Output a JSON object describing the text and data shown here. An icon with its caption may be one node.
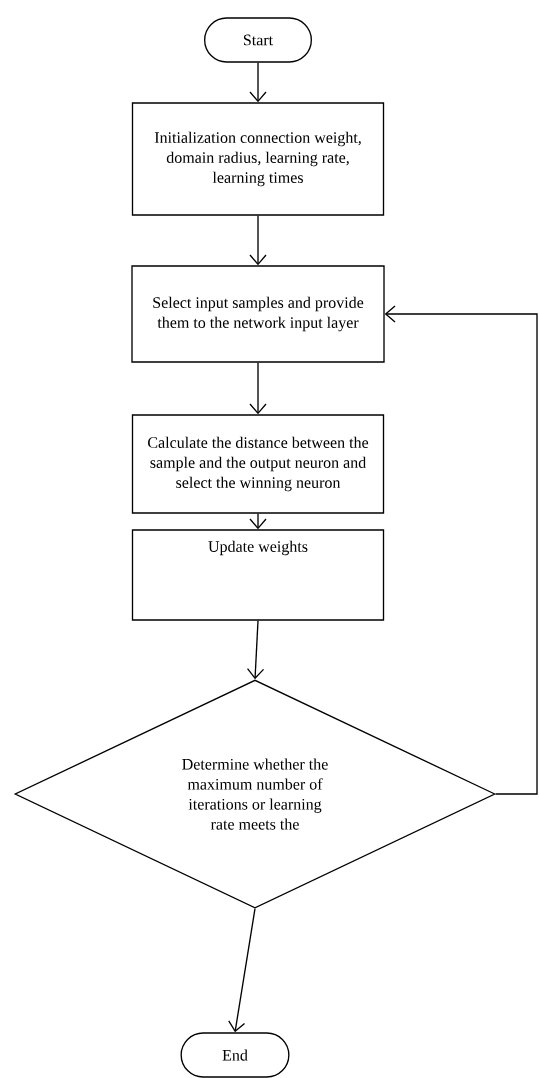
{
  "diagram": {
    "nodes": [
      {
        "text": [
          "Start"
        ]
      },
      {
        "text": [
          "Initialization connection weight, domain radius, learning rate, learning times"
        ]
      },
      {
        "text": [
          "Select input samples and provide them to the network input layer"
        ]
      },
      {
        "text": [
          "Calculate the distance between the sample and the output neuron and select the winning neuron"
        ]
      },
      {
        "text": [
          "Update weights"
        ]
      },
      {
        "text": [
          "Determine whether the maximum number of iterations or learning rate meets the"
        ]
      },
      {
        "text": [
          "End"
        ]
      }
    ],
    "edges": [
      {
        "from": 0,
        "to": 1,
        "arrow": "to"
      },
      {
        "from": 1,
        "to": 2,
        "arrow": "to"
      },
      {
        "from": 2,
        "to": 3,
        "arrow": "to"
      },
      {
        "from": 3,
        "to": 4,
        "arrow": "to"
      },
      {
        "from": 4,
        "to": 5,
        "arrow": "to"
      },
      {
        "from": 5,
        "to": 6,
        "arrow": "to"
      },
      {
        "from": 5,
        "to": 2,
        "arrow": "to"
      }
    ]
  }
}
